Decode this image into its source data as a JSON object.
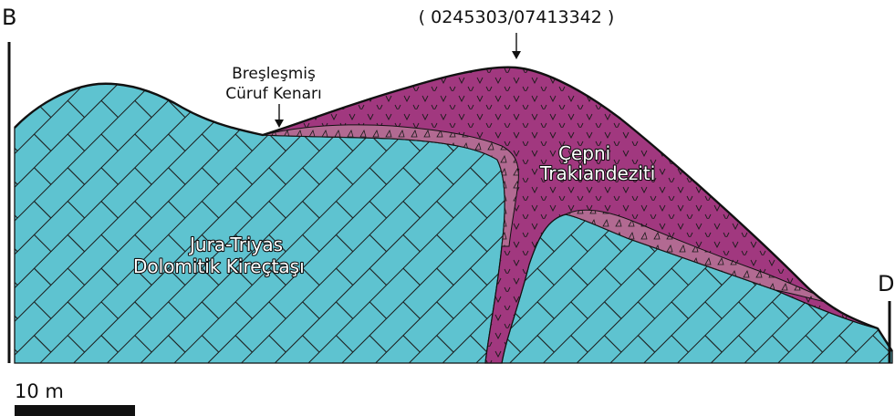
{
  "section_ends": {
    "left": "B",
    "right": "D"
  },
  "coordinates": "( 0245303/07413342 )",
  "breccia_label": {
    "line1": "Breşleşmiş",
    "line2": "Cüruf Kenarı"
  },
  "volcanic_label": {
    "line1": "Çepni",
    "line2": "Trakiandeziti"
  },
  "host_rock_label": {
    "line1": "Jura-Triyas",
    "line2": "Dolomitik Kireçtaşı"
  },
  "scale_bar": {
    "label": "10 m"
  },
  "colors": {
    "dolomitic_limestone": "#5ec3d0",
    "trachyandesite": "#a1387f",
    "breccia": "#b26a92",
    "outline": "#111111"
  },
  "symbols": {
    "volcanic_pattern": "v-symbol",
    "breccia_pattern": "triangle-symbol"
  }
}
